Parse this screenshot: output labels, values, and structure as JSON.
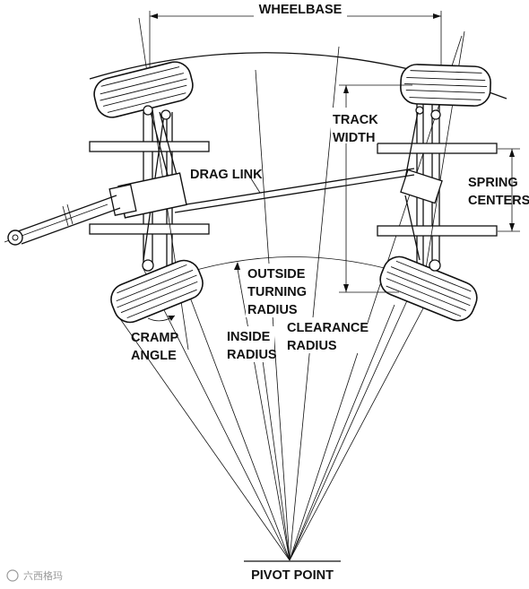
{
  "labels": {
    "wheelbase": "WHEELBASE",
    "track_width_1": "TRACK",
    "track_width_2": "WIDTH",
    "drag_link": "DRAG LINK",
    "spring_centers_1": "SPRING",
    "spring_centers_2": "CENTERS",
    "outside_1": "OUTSIDE",
    "outside_2": "TURNING",
    "outside_3": "RADIUS",
    "clearance_1": "CLEARANCE",
    "clearance_2": "RADIUS",
    "inside_1": "INSIDE",
    "inside_2": "RADIUS",
    "cramp_1": "CRAMP",
    "cramp_2": "ANGLE",
    "pivot_point": "PIVOT POINT"
  },
  "watermark": "六西格玛",
  "colors": {
    "line": "#111111",
    "background": "#ffffff",
    "watermark": "#9a9a9a"
  }
}
